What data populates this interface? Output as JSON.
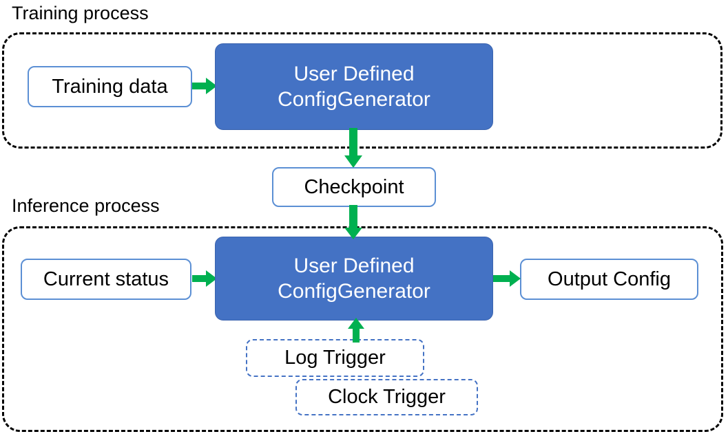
{
  "diagram": {
    "title_training": "Training process",
    "title_inference": "Inference process",
    "colors": {
      "blue_fill": "#4472C4",
      "box_border_blue": "#5B8FD4",
      "arrow_green": "#00B050",
      "container_border": "#000000",
      "text_dark": "#000000",
      "text_light": "#ffffff"
    },
    "training": {
      "label": "Training process",
      "nodes": {
        "training_data": "Training data",
        "generator_line1": "User Defined",
        "generator_line2": "ConfigGenerator"
      }
    },
    "checkpoint": {
      "label": "Checkpoint"
    },
    "inference": {
      "label": "Inference process",
      "nodes": {
        "current_status": "Current status",
        "generator_line1": "User Defined",
        "generator_line2": "ConfigGenerator",
        "output_config": "Output Config",
        "log_trigger": "Log Trigger",
        "clock_trigger": "Clock Trigger"
      }
    },
    "edges": [
      {
        "from": "Training data",
        "to": "User Defined ConfigGenerator",
        "direction": "right"
      },
      {
        "from": "User Defined ConfigGenerator",
        "to": "Checkpoint",
        "direction": "down"
      },
      {
        "from": "Checkpoint",
        "to": "User Defined ConfigGenerator",
        "direction": "down"
      },
      {
        "from": "Current status",
        "to": "User Defined ConfigGenerator",
        "direction": "right"
      },
      {
        "from": "User Defined ConfigGenerator",
        "to": "Output Config",
        "direction": "right"
      },
      {
        "from": "Log Trigger",
        "to": "User Defined ConfigGenerator",
        "direction": "up"
      }
    ]
  }
}
